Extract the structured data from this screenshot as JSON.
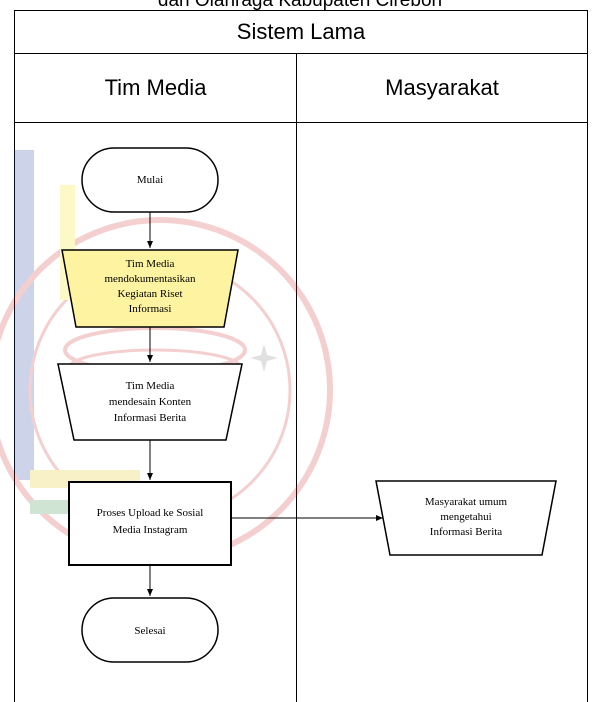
{
  "caption": "dan Olahraga Kabupaten Cirebon",
  "title": "Sistem Lama",
  "lanes": {
    "left": "Tim Media",
    "right": "Masyarakat"
  },
  "nodes": {
    "start": "Mulai",
    "doc1": [
      "Tim Media",
      "mendokumentasikan",
      "Kegiatan Riset",
      "Informasi"
    ],
    "doc2": [
      "Tim Media",
      "mendesain Konten",
      "Informasi Berita"
    ],
    "process": [
      "Proses Upload ke Sosial",
      "Media Instagram"
    ],
    "output": [
      "Masyarakat umum",
      "mengetahui",
      "Informasi Berita"
    ],
    "end": "Selesai"
  },
  "colors": {
    "highlight_fill": "#fdf3a0",
    "watermark_red": "#d22b2b",
    "watermark_blue": "#1f3f9f"
  }
}
